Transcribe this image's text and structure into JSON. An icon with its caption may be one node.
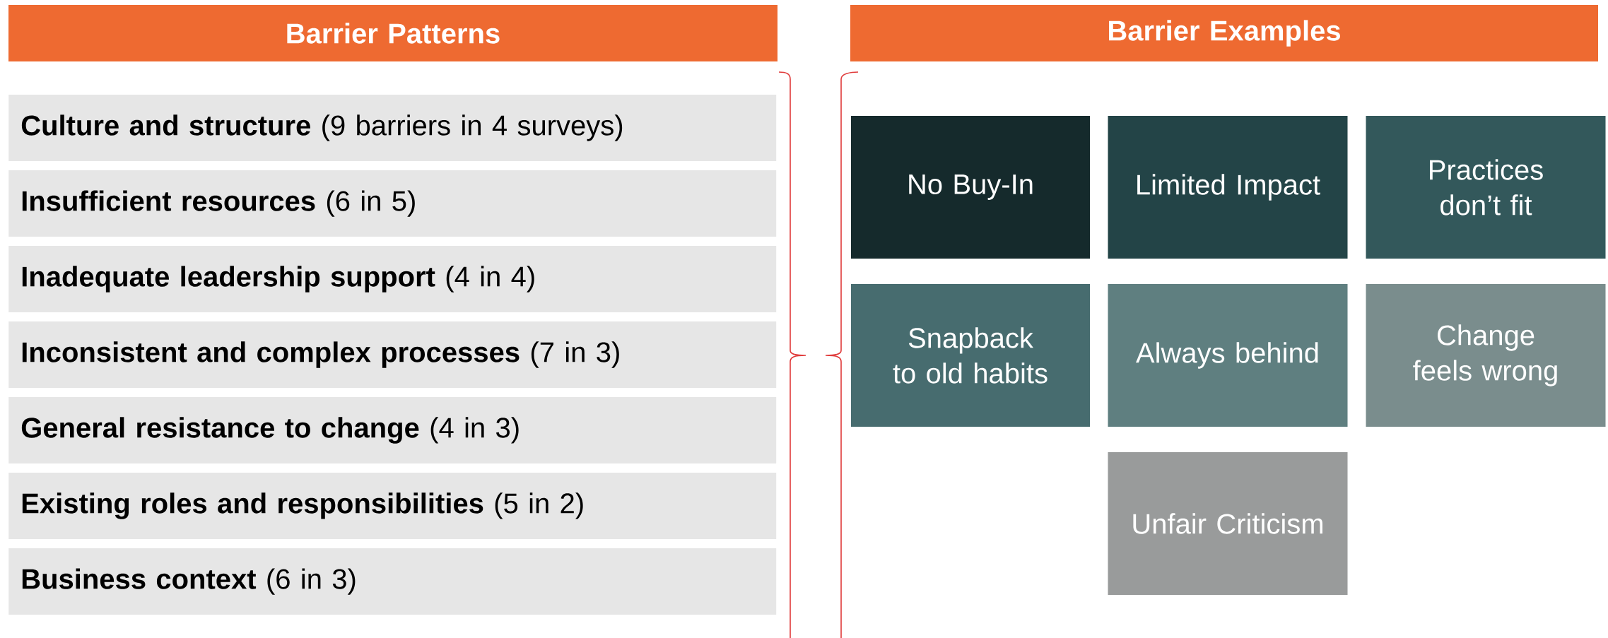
{
  "diagram": {
    "nodes": [
      {
        "text": [
          "Barrier Patterns"
        ]
      },
      {
        "text": [
          "**Culture and structure** (9 barriers in 4 surveys)"
        ]
      },
      {
        "text": [
          "**Insufficient resources** (6 in 5)"
        ]
      },
      {
        "text": [
          "**Inadequate leadership support** (4 in 4)"
        ]
      },
      {
        "text": [
          "**Inconsistent and complex processes** (7 in 3)"
        ]
      },
      {
        "text": [
          "**General resistance to change** (4 in 3)"
        ]
      },
      {
        "text": [
          "**Existing roles and responsibilities** (5 in 2)"
        ]
      },
      {
        "text": [
          "**Business context** (6 in 3)"
        ]
      },
      {
        "text": [
          "Barrier Examples"
        ]
      },
      {
        "text": [
          "No Buy-In"
        ]
      },
      {
        "text": [
          "Limited Impact"
        ]
      },
      {
        "text": [
          "Practices don’t fit"
        ]
      },
      {
        "text": [
          "Snapback to old habits"
        ]
      },
      {
        "text": [
          "Always behind"
        ]
      },
      {
        "text": [
          "Change feels wrong"
        ]
      },
      {
        "text": [
          "Unfair Criticism"
        ]
      }
    ]
  }
}
